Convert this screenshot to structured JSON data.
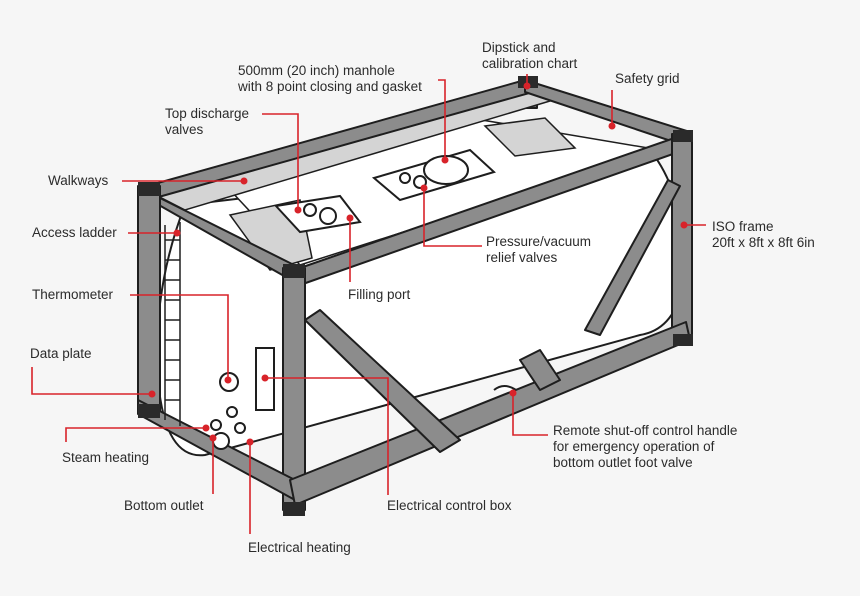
{
  "labels": {
    "dipstick": [
      "Dipstick and",
      "calibration chart"
    ],
    "manhole": [
      "500mm (20 inch) manhole",
      "with 8 point closing and gasket"
    ],
    "safety_grid": [
      "Safety grid"
    ],
    "top_discharge": [
      "Top discharge",
      "valves"
    ],
    "walkways": [
      "Walkways"
    ],
    "access_ladder": [
      "Access ladder"
    ],
    "iso_frame": [
      "ISO frame",
      "20ft x 8ft x 8ft 6in"
    ],
    "pressure_relief": [
      "Pressure/vacuum",
      "relief valves"
    ],
    "filling_port": [
      "Filling port"
    ],
    "thermometer": [
      "Thermometer"
    ],
    "data_plate": [
      "Data plate"
    ],
    "remote_shutoff": [
      "Remote shut-off control handle",
      "for emergency operation of",
      "bottom outlet foot valve"
    ],
    "steam_heating": [
      "Steam heating"
    ],
    "bottom_outlet": [
      "Bottom outlet"
    ],
    "electrical_control_box": [
      "Electrical control box"
    ],
    "electrical_heating": [
      "Electrical heating"
    ]
  },
  "colors": {
    "accent": "#d8232a",
    "frame": "#8c8c8c",
    "outline": "#1e1e1e"
  }
}
